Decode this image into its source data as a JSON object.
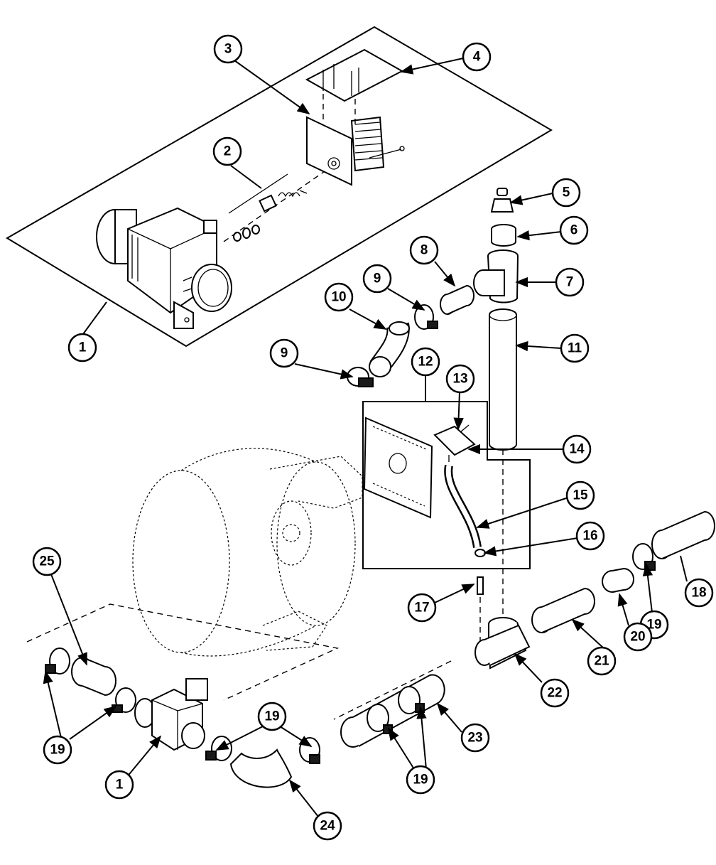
{
  "callouts": [
    {
      "id": "c1a",
      "label": "1"
    },
    {
      "id": "c2",
      "label": "2"
    },
    {
      "id": "c3",
      "label": "3"
    },
    {
      "id": "c4",
      "label": "4"
    },
    {
      "id": "c5",
      "label": "5"
    },
    {
      "id": "c6",
      "label": "6"
    },
    {
      "id": "c7",
      "label": "7"
    },
    {
      "id": "c8",
      "label": "8"
    },
    {
      "id": "c9a",
      "label": "9"
    },
    {
      "id": "c10",
      "label": "10"
    },
    {
      "id": "c9b",
      "label": "9"
    },
    {
      "id": "c11",
      "label": "11"
    },
    {
      "id": "c12",
      "label": "12"
    },
    {
      "id": "c13",
      "label": "13"
    },
    {
      "id": "c14",
      "label": "14"
    },
    {
      "id": "c15",
      "label": "15"
    },
    {
      "id": "c16",
      "label": "16"
    },
    {
      "id": "c17",
      "label": "17"
    },
    {
      "id": "c18",
      "label": "18"
    },
    {
      "id": "c19a",
      "label": "19"
    },
    {
      "id": "c20",
      "label": "20"
    },
    {
      "id": "c21",
      "label": "21"
    },
    {
      "id": "c22",
      "label": "22"
    },
    {
      "id": "c23",
      "label": "23"
    },
    {
      "id": "c24",
      "label": "24"
    },
    {
      "id": "c25",
      "label": "25"
    },
    {
      "id": "c19b",
      "label": "19"
    },
    {
      "id": "c1b",
      "label": "1"
    },
    {
      "id": "c19c",
      "label": "19"
    },
    {
      "id": "c19d",
      "label": "19"
    }
  ]
}
